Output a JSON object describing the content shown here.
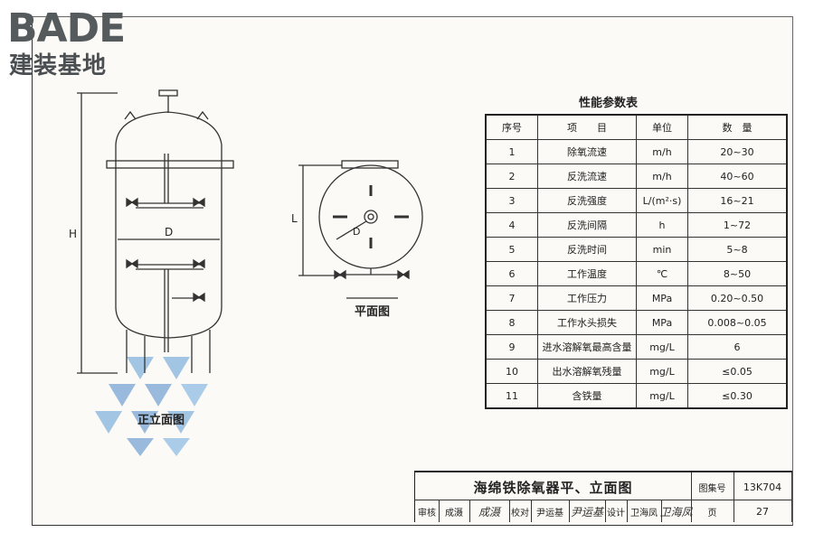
{
  "logo": {
    "en": "BADE",
    "cn": "建装基地"
  },
  "drawing": {
    "elevation_caption": "正立面图",
    "plan_caption": "平面图",
    "dim_H": "H",
    "dim_D": "D",
    "dim_L": "L",
    "dim_D_plan": "D"
  },
  "table": {
    "title": "性能参数表",
    "headers": [
      "序号",
      "项　　目",
      "单位",
      "数　量"
    ],
    "rows": [
      [
        "1",
        "除氧流速",
        "m/h",
        "20~30"
      ],
      [
        "2",
        "反洗流速",
        "m/h",
        "40~60"
      ],
      [
        "3",
        "反洗强度",
        "L/(m²·s)",
        "16~21"
      ],
      [
        "4",
        "反洗间隔",
        "h",
        "1~72"
      ],
      [
        "5",
        "反洗时间",
        "min",
        "5~8"
      ],
      [
        "6",
        "工作温度",
        "℃",
        "8~50"
      ],
      [
        "7",
        "工作压力",
        "MPa",
        "0.20~0.50"
      ],
      [
        "8",
        "工作水头损失",
        "MPa",
        "0.008~0.05"
      ],
      [
        "9",
        "进水溶解氧最高含量",
        "mg/L",
        "6"
      ],
      [
        "10",
        "出水溶解氧残量",
        "mg/L",
        "≤0.05"
      ],
      [
        "11",
        "含铁量",
        "mg/L",
        "≤0.30"
      ]
    ]
  },
  "title_block": {
    "title": "海绵铁除氧器平、立面图",
    "atlas_label": "图集号",
    "atlas_no": "13K704",
    "review_label": "审核",
    "review_name": "成滠",
    "review_sig": "成滠",
    "check_label": "校对",
    "check_name": "尹运基",
    "check_sig": "尹运基",
    "design_label": "设计",
    "design_name": "卫海凤",
    "design_sig": "卫海凤",
    "page_label": "页",
    "page_no": "27"
  }
}
